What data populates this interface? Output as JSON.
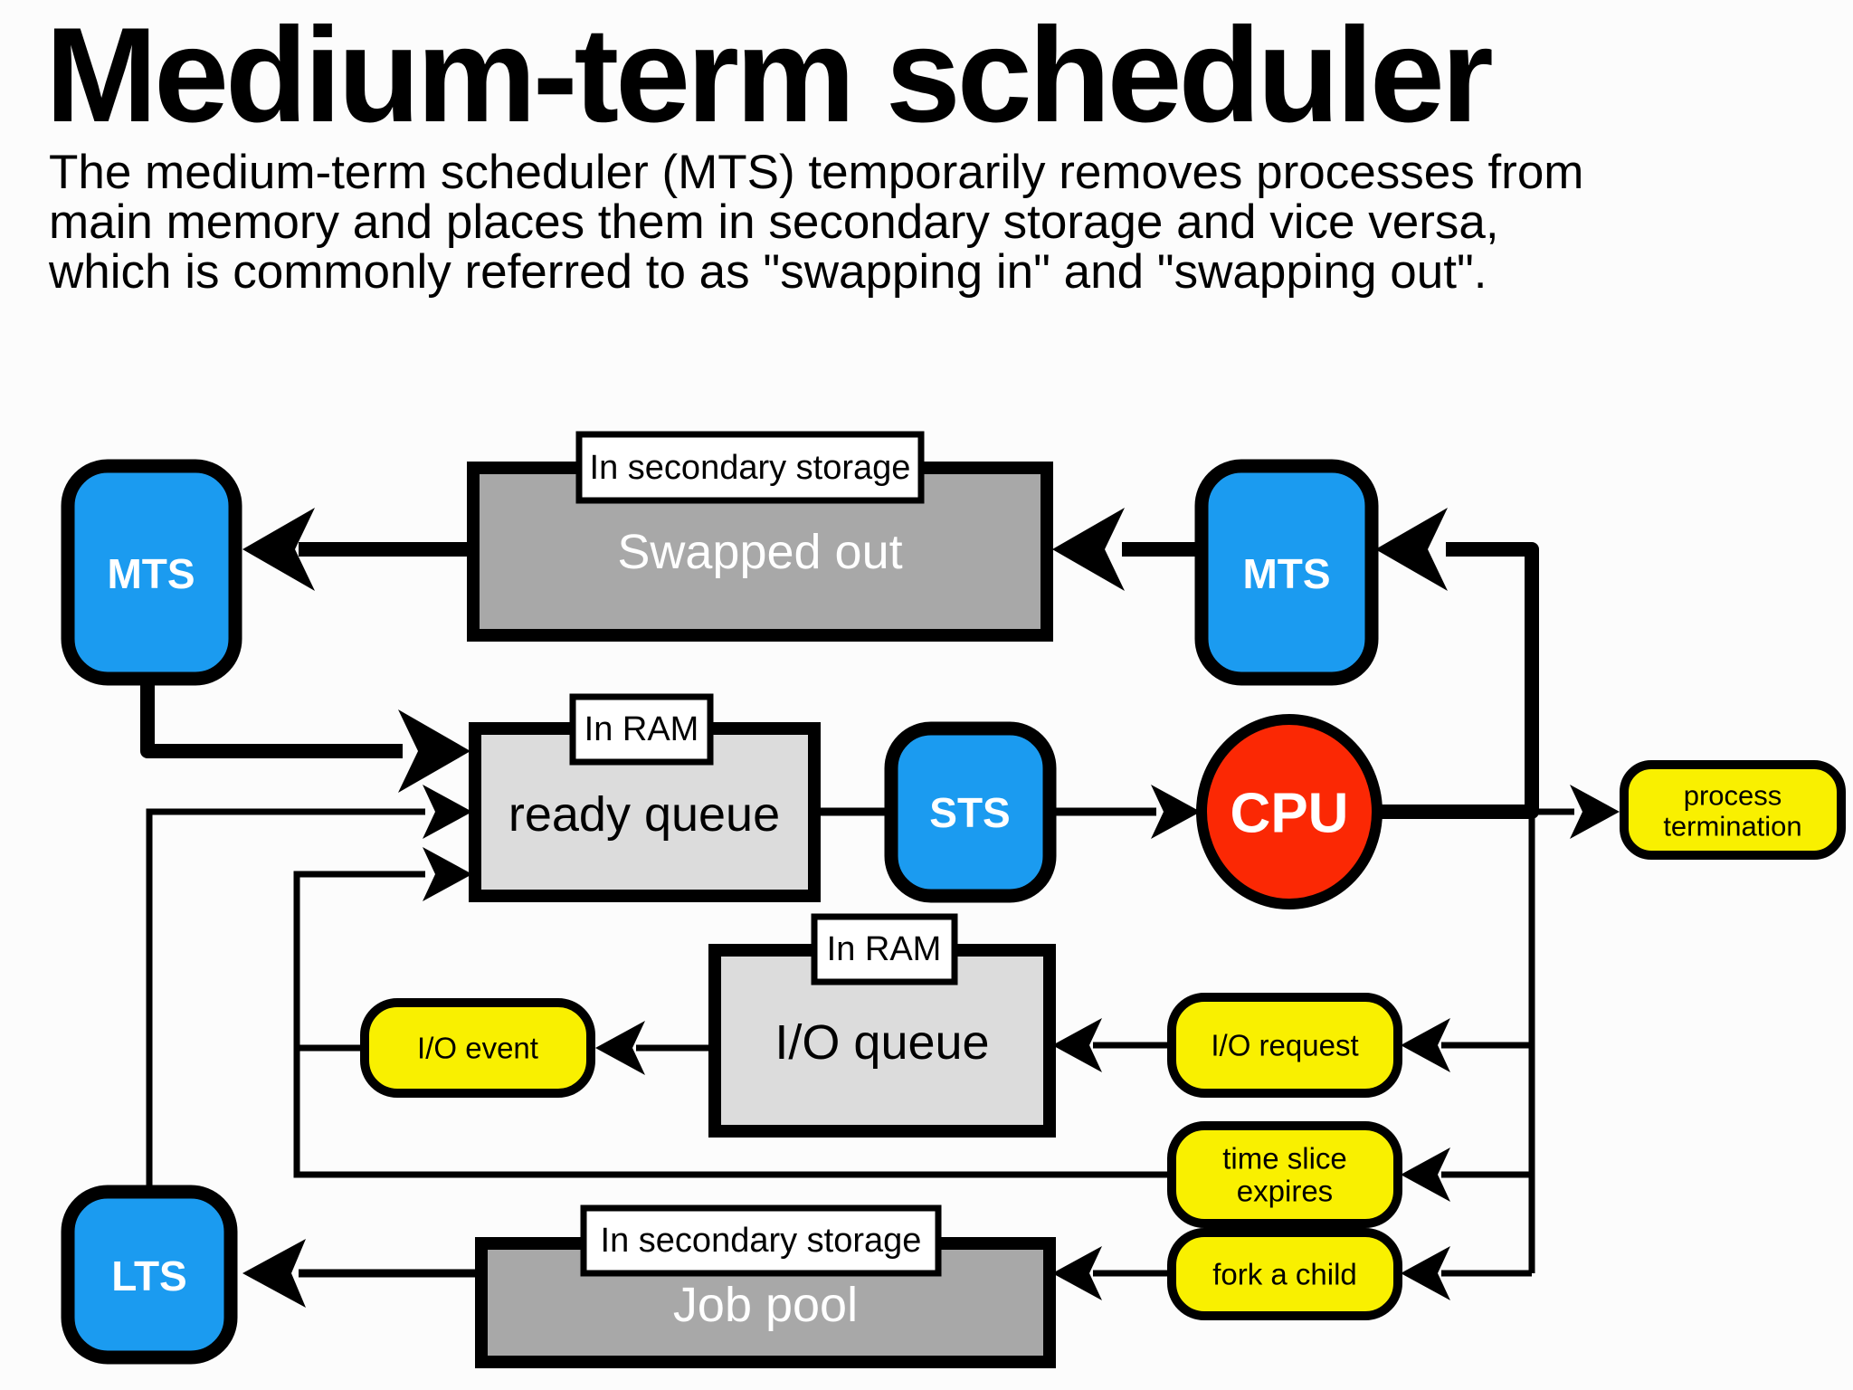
{
  "header": {
    "title": "Medium-term scheduler",
    "lines": [
      "The medium-term scheduler (MTS) temporarily removes processes from",
      "main memory and places them in secondary storage and vice versa,",
      "which is commonly referred to as \"swapping in\" and \"swapping out\"."
    ]
  },
  "colors": {
    "background": "#fcfcfc",
    "node_blue": "#1b9bf0",
    "cpu_red": "#fb2804",
    "event_yellow": "#f9f000",
    "storage_gray": "#a8a8a8",
    "ram_gray": "#dcdcdc",
    "tag_white": "#ffffff",
    "line_black": "#000000"
  },
  "diagram": {
    "mts_left": {
      "label": "MTS"
    },
    "mts_right": {
      "label": "MTS"
    },
    "sts": {
      "label": "STS"
    },
    "lts": {
      "label": "LTS"
    },
    "cpu": {
      "label": "CPU"
    },
    "swapped_out": {
      "label": "Swapped out",
      "tag": "In secondary storage"
    },
    "ready_queue": {
      "label": "ready queue",
      "tag": "In RAM"
    },
    "io_queue": {
      "label": "I/O queue",
      "tag": "In RAM"
    },
    "job_pool": {
      "label": "Job pool",
      "tag": "In secondary storage"
    },
    "process_termination": {
      "line1": "process",
      "line2": "termination"
    },
    "io_event": {
      "label": "I/O event"
    },
    "io_request": {
      "label": "I/O request"
    },
    "time_slice": {
      "line1": "time slice",
      "line2": "expires"
    },
    "fork_child": {
      "label": "fork a child"
    }
  }
}
